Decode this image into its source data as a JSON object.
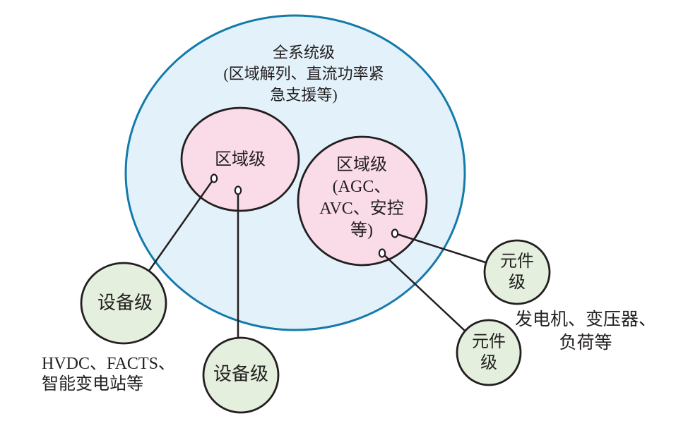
{
  "colors": {
    "background": "#ffffff",
    "system_fill": "#e3f2fa",
    "system_stroke": "#147aab",
    "regional_fill": "#fadce9",
    "device_fill": "#e4f0dd",
    "outline": "#231f20",
    "connector": "#231f20",
    "node_fill": "#ffffff",
    "text": "#231f20"
  },
  "circles": {
    "system": {
      "label_lines": [
        "全系统级",
        "(区域解列、直流功率紧",
        "急支援等)"
      ]
    },
    "regional_left": {
      "label": "区域级"
    },
    "regional_right": {
      "label_lines": [
        "区域级",
        "(AGC、",
        "AVC、安控",
        "等)"
      ]
    },
    "device_left": {
      "label": "设备级"
    },
    "device_bottom": {
      "label": "设备级"
    },
    "component_right": {
      "label_lines": [
        "元件",
        "级"
      ]
    },
    "component_bottom": {
      "label_lines": [
        "元件",
        "级"
      ]
    }
  },
  "annotations": {
    "device_note_lines": [
      "HVDC、FACTS、",
      "智能变电站等"
    ],
    "component_note_lines": [
      "发电机、变压器、",
      "负荷等"
    ]
  }
}
